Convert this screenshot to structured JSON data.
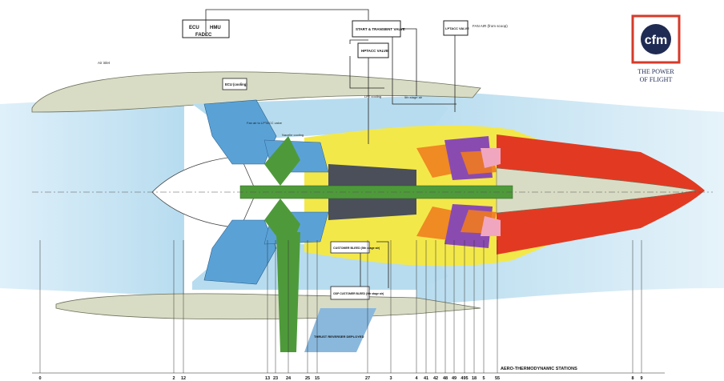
{
  "boxes": {
    "ecu": "ECU",
    "hmu": "HMU",
    "fadec": "FADEC",
    "stv": "START & TRANSIENT VALVE",
    "lptacc": "LPTACC VALVE",
    "hptacc": "HPTACC VALVE",
    "fan_air": "FAN AIR (from scoop)",
    "ecu_cooling": "ECU (cooling)"
  },
  "labels": {
    "air_inlet": "Air inlet",
    "lpt_cooling": "LPT cooling",
    "fifth_stage": "5th stage air",
    "fan_valve": "Fan air to LPTACC valve",
    "nacelle_cooling": "Nacelle cooling",
    "customer_bleed_1": "CUSTOMER BLEED (5th stage air)",
    "customer_bleed_2": "ODP CUSTOMER BLEED (9th stage air)",
    "thrust_reverser": "THRUST REVERSER DEPLOYED",
    "stations_title": "AERO-THERMODYNAMIC STATIONS"
  },
  "brand": {
    "logo": "cfm",
    "tagline_1": "THE POWER",
    "tagline_2": "OF FLIGHT",
    "color_red": "#d63a2a",
    "color_navy": "#1f2b52"
  },
  "stations": [
    "0",
    "2",
    "12",
    "13",
    "23",
    "24",
    "25",
    "15",
    "27",
    "3",
    "4",
    "41",
    "42",
    "48",
    "49",
    "495",
    "18",
    "5",
    "55",
    "8",
    "9"
  ],
  "colors": {
    "nacelle": "#d9dcc4",
    "bypass": "#b7dcef",
    "fan": "#5aa2d6",
    "shaft": "#4e9a3a",
    "compressor": "#4a4f5a",
    "core": "#f3e84a",
    "combustor": "#f08a22",
    "turbine": "#8a4bb0",
    "exhaust": "#e23a22",
    "pink": "#f0a6bf"
  }
}
